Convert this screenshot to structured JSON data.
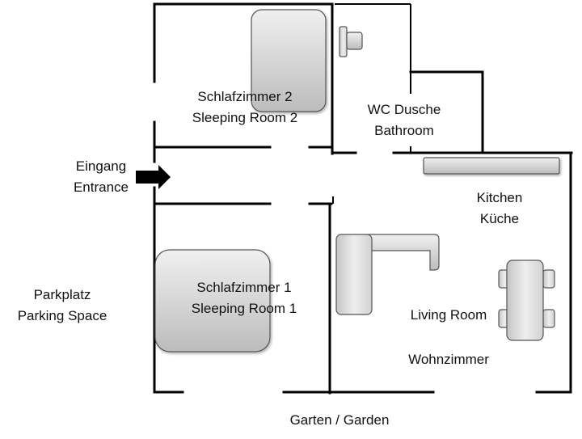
{
  "title": "Floor plan",
  "rooms": {
    "bedroom2": {
      "line1": "Schlafzimmer  2",
      "line2": "Sleeping Room 2"
    },
    "bathroom": {
      "line1": "WC Dusche",
      "line2": "Bathroom"
    },
    "entrance": {
      "line1": "Eingang",
      "line2": "Entrance"
    },
    "kitchen": {
      "line1": "Kitchen",
      "line2": "Küche"
    },
    "bedroom1": {
      "line1": "Schlafzimmer 1",
      "line2": "Sleeping Room 1"
    },
    "parking": {
      "line1": "Parkplatz",
      "line2": "Parking Space"
    },
    "living_en": "Living Room",
    "living_de": "Wohnzimmer",
    "garden": "Garten / Garden"
  },
  "icons": {
    "entrance_arrow": "right-arrow",
    "bed": "bed",
    "toilet": "toilet",
    "counter": "kitchen-counter",
    "sofa": "l-shaped-sofa",
    "dining": "dining-table-with-chairs"
  },
  "colors": {
    "wall": "#000000",
    "furniture_light": "#efefef",
    "furniture_dark": "#bdbdbd",
    "background": "#ffffff"
  }
}
